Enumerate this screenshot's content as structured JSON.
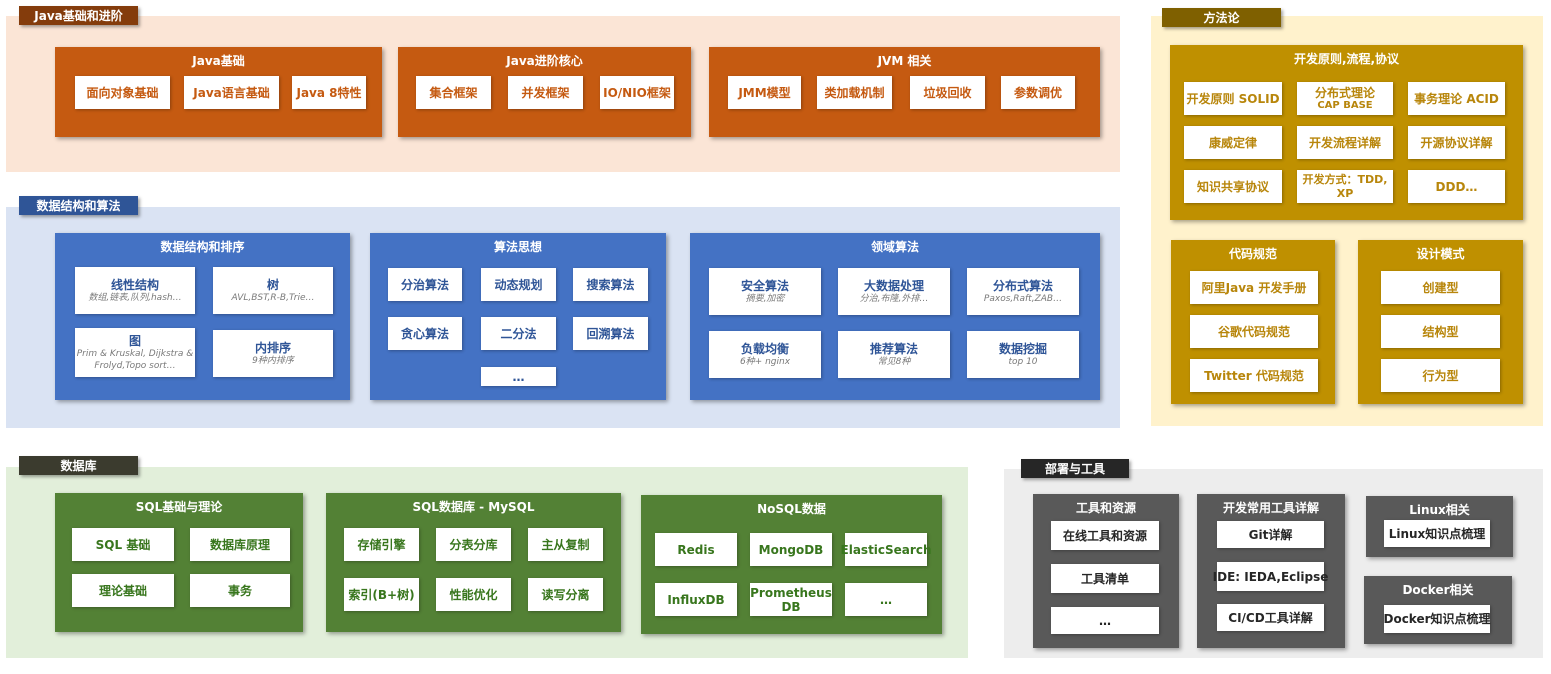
{
  "colors": {
    "java": "#c55a11",
    "java_bg": "#fbe5d6",
    "ds": "#4472c4",
    "ds_bg": "#dae3f3",
    "db": "#538135",
    "db_bg": "#e2efda",
    "meth": "#bf9000",
    "meth_bg": "#fff2cc",
    "tool": "#595959",
    "tool_bg": "#ededed"
  },
  "java": {
    "tag": "Java基础和进阶",
    "panels": [
      {
        "title": "Java基础",
        "items": [
          "面向对象基础",
          "Java语言基础",
          "Java 8特性"
        ]
      },
      {
        "title": "Java进阶核心",
        "items": [
          "集合框架",
          "并发框架",
          "IO/NIO框架"
        ]
      },
      {
        "title": "JVM 相关",
        "items": [
          "JMM模型",
          "类加载机制",
          "垃圾回收",
          "参数调优"
        ]
      }
    ]
  },
  "ds": {
    "tag": "数据结构和算法",
    "panels": [
      {
        "title": "数据结构和排序",
        "items": [
          {
            "label": "线性结构",
            "sub": "数组,链表,队列,hash…"
          },
          {
            "label": "树",
            "sub": "AVL,BST,R-B,Trie…"
          },
          {
            "label": "图",
            "sub": "Prim & Kruskal, Dijkstra &",
            "sub2": "Frolyd,Topo sort…"
          },
          {
            "label": "内排序",
            "sub": "9种内排序"
          }
        ]
      },
      {
        "title": "算法思想",
        "items": [
          "分治算法",
          "动态规划",
          "搜索算法",
          "贪心算法",
          "二分法",
          "回溯算法",
          "…"
        ]
      },
      {
        "title": "领域算法",
        "items": [
          {
            "label": "安全算法",
            "sub": "摘要,加密"
          },
          {
            "label": "大数据处理",
            "sub": "分治,布隆,外排…"
          },
          {
            "label": "分布式算法",
            "sub": "Paxos,Raft,ZAB…"
          },
          {
            "label": "负载均衡",
            "sub": "6种+ nginx"
          },
          {
            "label": "推荐算法",
            "sub": "常见8种"
          },
          {
            "label": "数据挖掘",
            "sub": "top 10"
          }
        ]
      }
    ]
  },
  "db": {
    "tag": "数据库",
    "panels": [
      {
        "title": "SQL基础与理论",
        "items": [
          "SQL 基础",
          "数据库原理",
          "理论基础",
          "事务"
        ]
      },
      {
        "title": "SQL数据库 - MySQL",
        "items": [
          "存储引擎",
          "分表分库",
          "主从复制",
          "索引(B+树)",
          "性能优化",
          "读写分离"
        ]
      },
      {
        "title": "NoSQL数据",
        "items": [
          "Redis",
          "MongoDB",
          "ElasticSearch",
          "InfluxDB",
          "Prometheus",
          "DB",
          "…"
        ]
      }
    ]
  },
  "meth": {
    "tag": "方法论",
    "principles": {
      "title": "开发原则,流程,协议",
      "items": [
        "开发原则 SOLID",
        "分布式理论",
        "CAP BASE",
        "事务理论 ACID",
        "康威定律",
        "开发流程详解",
        "开源协议详解",
        "知识共享协议",
        "开发方式：TDD,",
        "XP",
        "DDD…"
      ]
    },
    "code": {
      "title": "代码规范",
      "items": [
        "阿里Java 开发手册",
        "谷歌代码规范",
        "Twitter 代码规范"
      ]
    },
    "design": {
      "title": "设计模式",
      "items": [
        "创建型",
        "结构型",
        "行为型"
      ]
    }
  },
  "tools": {
    "tag": "部署与工具",
    "res": {
      "title": "工具和资源",
      "items": [
        "在线工具和资源",
        "工具清单",
        "…"
      ]
    },
    "dev": {
      "title": "开发常用工具详解",
      "items": [
        "Git详解",
        "IDE: IEDA,Eclipse",
        "CI/CD工具详解"
      ]
    },
    "linux": {
      "title": "Linux相关",
      "items": [
        "Linux知识点梳理"
      ]
    },
    "docker": {
      "title": "Docker相关",
      "items": [
        "Docker知识点梳理"
      ]
    }
  }
}
